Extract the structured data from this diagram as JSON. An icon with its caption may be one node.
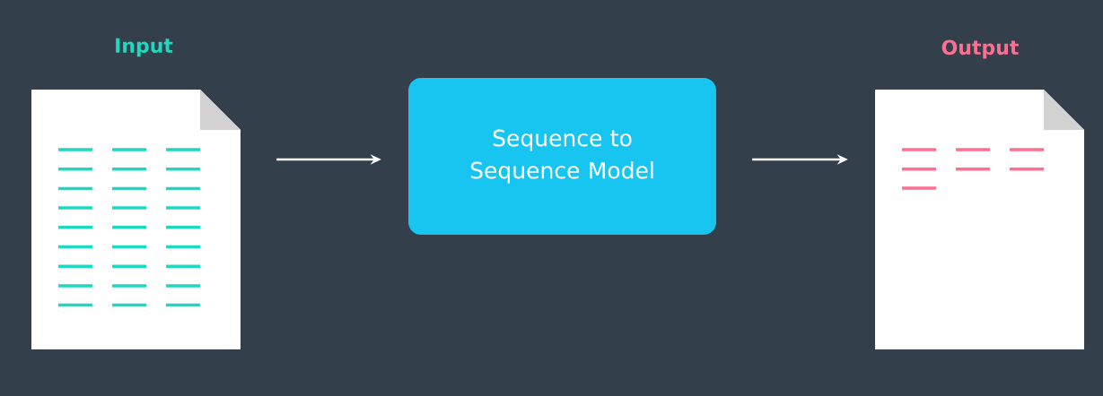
{
  "diagram": {
    "nodes": [
      {
        "text": [
          "Input"
        ]
      },
      {
        "text": [
          "Sequence to Sequence Model"
        ]
      },
      {
        "text": [
          "Output"
        ]
      }
    ],
    "edges": [
      {
        "from": 0,
        "to": 1,
        "arrow": "to"
      },
      {
        "from": 1,
        "to": 2,
        "arrow": "to"
      }
    ]
  }
}
